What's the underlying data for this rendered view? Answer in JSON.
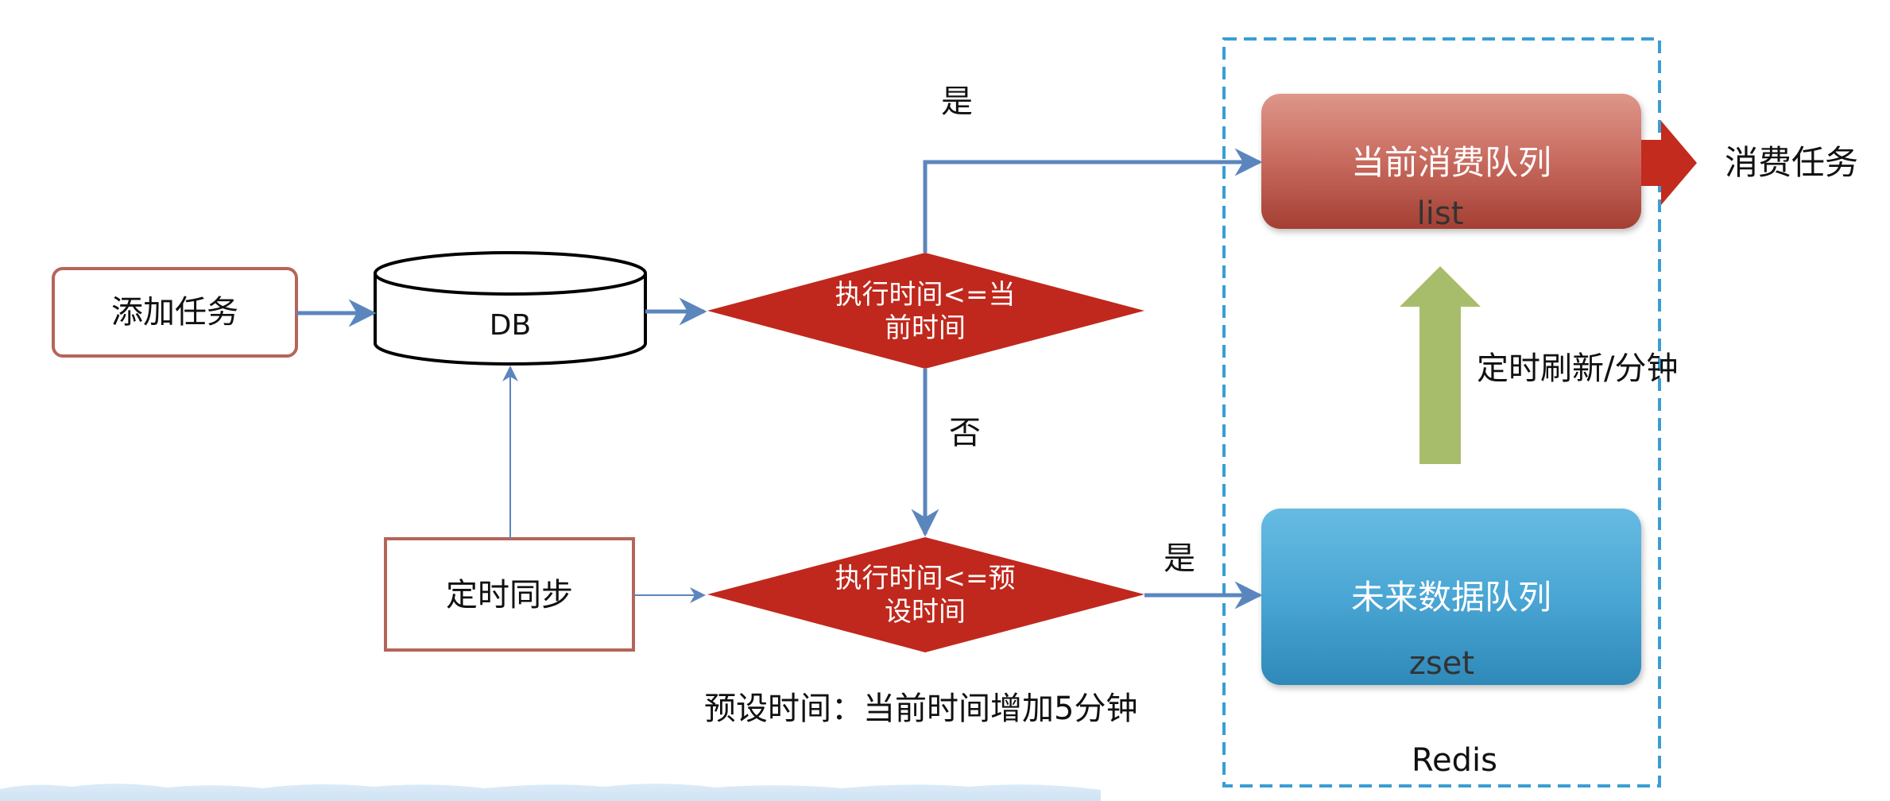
{
  "nodes": {
    "add_task": "添加任务",
    "db": "DB",
    "timed_sync": "定时同步",
    "decision1_line1": "执行时间<=当",
    "decision1_line2": "前时间",
    "decision2_line1": "执行时间<=预",
    "decision2_line2": "设时间",
    "current_queue_title": "当前消费队列",
    "current_queue_type": "list",
    "future_queue_title": "未来数据队列",
    "future_queue_type": "zset",
    "consume_task": "消费任务",
    "refresh": "定时刷新/分钟",
    "redis": "Redis"
  },
  "labels": {
    "yes_top": "是",
    "no": "否",
    "yes_bottom": "是",
    "preset_note": "预设时间：当前时间增加5分钟"
  },
  "colors": {
    "border_rect": "#b5655a",
    "diamond": "#c0281d",
    "arrow": "#5b86bd",
    "current_queue_top": "#dc9185",
    "current_queue_bottom": "#a64236",
    "future_queue_top": "#63b8e0",
    "future_queue_bottom": "#2f8cbc",
    "refresh_arrow": "#a8bd6b",
    "consume_arrow": "#c22b1d",
    "redis_border": "#3a9ed4"
  }
}
